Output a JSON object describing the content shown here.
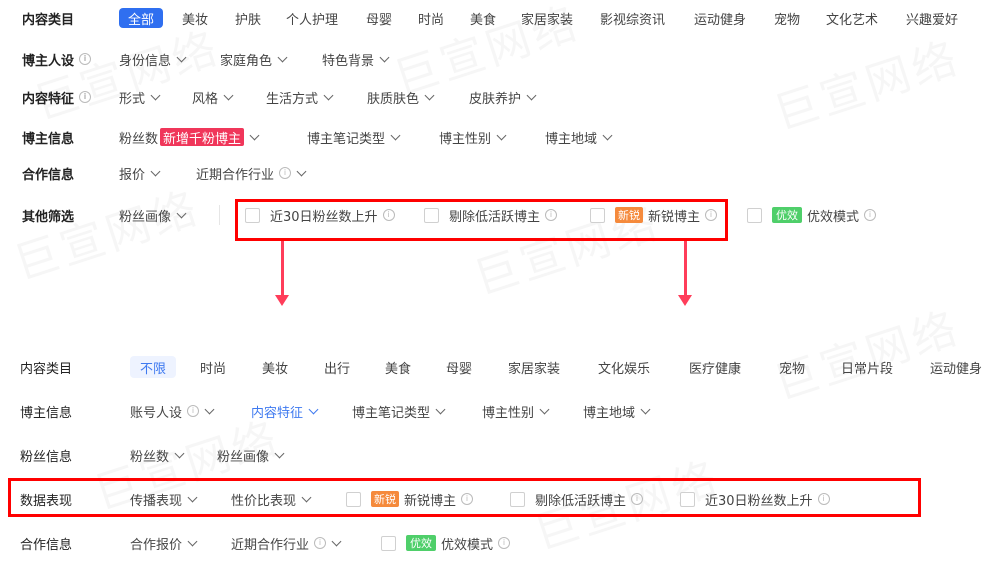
{
  "watermark": "巨宣网络",
  "before": {
    "content_category": {
      "label": "内容类目",
      "items": [
        "全部",
        "美妆",
        "护肤",
        "个人护理",
        "母婴",
        "时尚",
        "美食",
        "家居家装",
        "影视综资讯",
        "运动健身",
        "宠物",
        "文化艺术",
        "兴趣爱好"
      ],
      "active_index": 0
    },
    "blogger_persona": {
      "label": "博主人设",
      "has_info": true,
      "dropdowns": [
        "身份信息",
        "家庭角色",
        "特色背景"
      ]
    },
    "content_feature": {
      "label": "内容特征",
      "has_info": true,
      "dropdowns": [
        "形式",
        "风格",
        "生活方式",
        "肤质肤色",
        "皮肤养护"
      ]
    },
    "blogger_info": {
      "label": "博主信息",
      "fans_label": "粉丝数",
      "fans_tag": "新增千粉博主",
      "dropdowns": [
        "博主笔记类型",
        "博主性别",
        "博主地域"
      ]
    },
    "cooperation_info": {
      "label": "合作信息",
      "dropdowns": [
        "报价",
        "近期合作行业"
      ]
    },
    "other_filters": {
      "label": "其他筛选",
      "dropdown": "粉丝画像",
      "checkboxes": [
        {
          "label": "近30日粉丝数上升",
          "tag": null
        },
        {
          "label": "剔除低活跃博主",
          "tag": null
        },
        {
          "label": "新锐博主",
          "tag": "新锐"
        },
        {
          "label": "优效模式",
          "tag": "优效"
        }
      ]
    }
  },
  "after": {
    "content_category": {
      "label": "内容类目",
      "items": [
        "不限",
        "时尚",
        "美妆",
        "出行",
        "美食",
        "母婴",
        "家居家装",
        "文化娱乐",
        "医疗健康",
        "宠物",
        "日常片段",
        "运动健身"
      ],
      "active_index": 0
    },
    "blogger_info": {
      "label": "博主信息",
      "dropdowns": [
        "账号人设",
        "内容特征",
        "博主笔记类型",
        "博主性别",
        "博主地域"
      ],
      "active_dropdown": "内容特征"
    },
    "fan_info": {
      "label": "粉丝信息",
      "dropdowns": [
        "粉丝数",
        "粉丝画像"
      ]
    },
    "data_performance": {
      "label": "数据表现",
      "dropdowns": [
        "传播表现",
        "性价比表现"
      ],
      "checkboxes": [
        {
          "label": "新锐博主",
          "tag": "新锐"
        },
        {
          "label": "剔除低活跃博主",
          "tag": null
        },
        {
          "label": "近30日粉丝数上升",
          "tag": null
        }
      ]
    },
    "cooperation_info": {
      "label": "合作信息",
      "dropdowns": [
        "合作报价",
        "近期合作行业"
      ],
      "checkbox": {
        "label": "优效模式",
        "tag": "优效"
      }
    }
  },
  "colors": {
    "accent_blue": "#2f6ff0",
    "highlight_red": "#ff0000",
    "arrow_red": "#ff3d5a",
    "tag_red": "#f0365a",
    "tag_orange": "#f58a3c",
    "tag_green": "#4fcf6a"
  }
}
